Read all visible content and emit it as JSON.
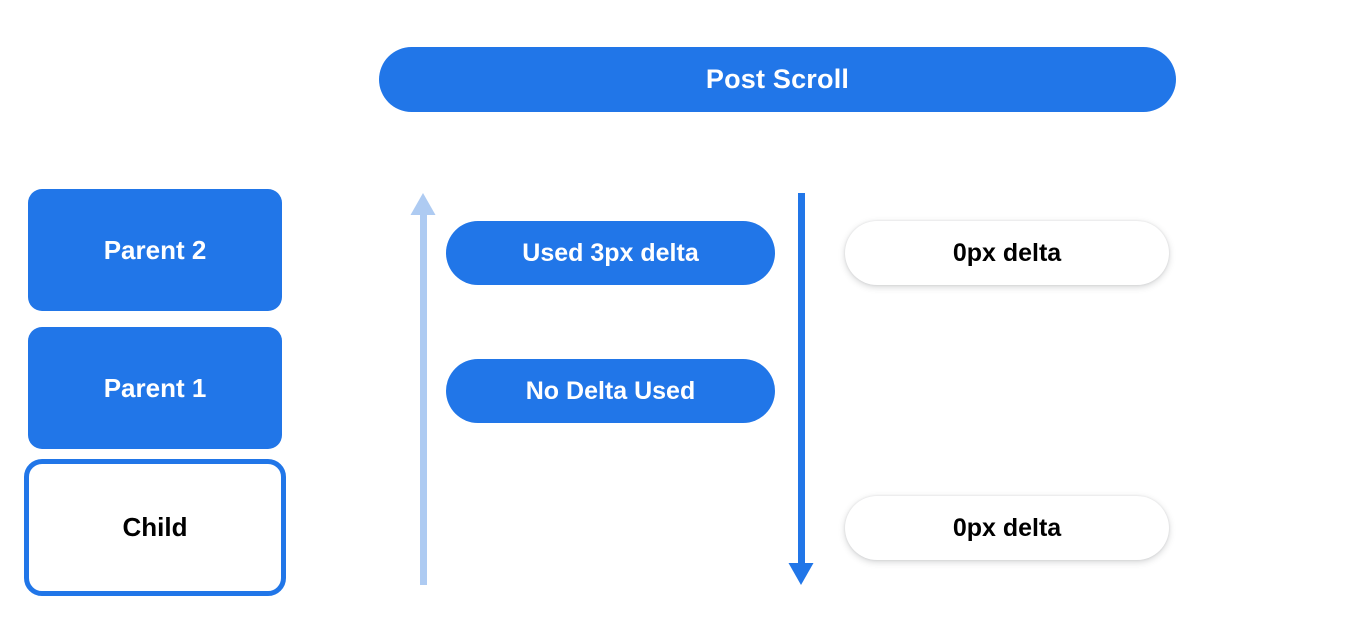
{
  "header": {
    "title": "Post Scroll"
  },
  "colors": {
    "blue": "#2176e8",
    "light_blue": "#aecbf2",
    "white": "#ffffff",
    "black": "#000000"
  },
  "left_stack": {
    "boxes": [
      {
        "label": "Parent 2",
        "style": "filled"
      },
      {
        "label": "Parent 1",
        "style": "filled"
      },
      {
        "label": "Child",
        "style": "outlined"
      }
    ]
  },
  "arrows": [
    {
      "name": "scroll-up-arrow",
      "direction": "up",
      "color": "#aecbf2"
    },
    {
      "name": "scroll-down-arrow",
      "direction": "down",
      "color": "#2176e8"
    }
  ],
  "middle_pills": [
    {
      "label": "Used 3px delta"
    },
    {
      "label": "No Delta Used"
    }
  ],
  "right_pills": [
    {
      "label": "0px delta"
    },
    {
      "label": "0px delta"
    }
  ]
}
